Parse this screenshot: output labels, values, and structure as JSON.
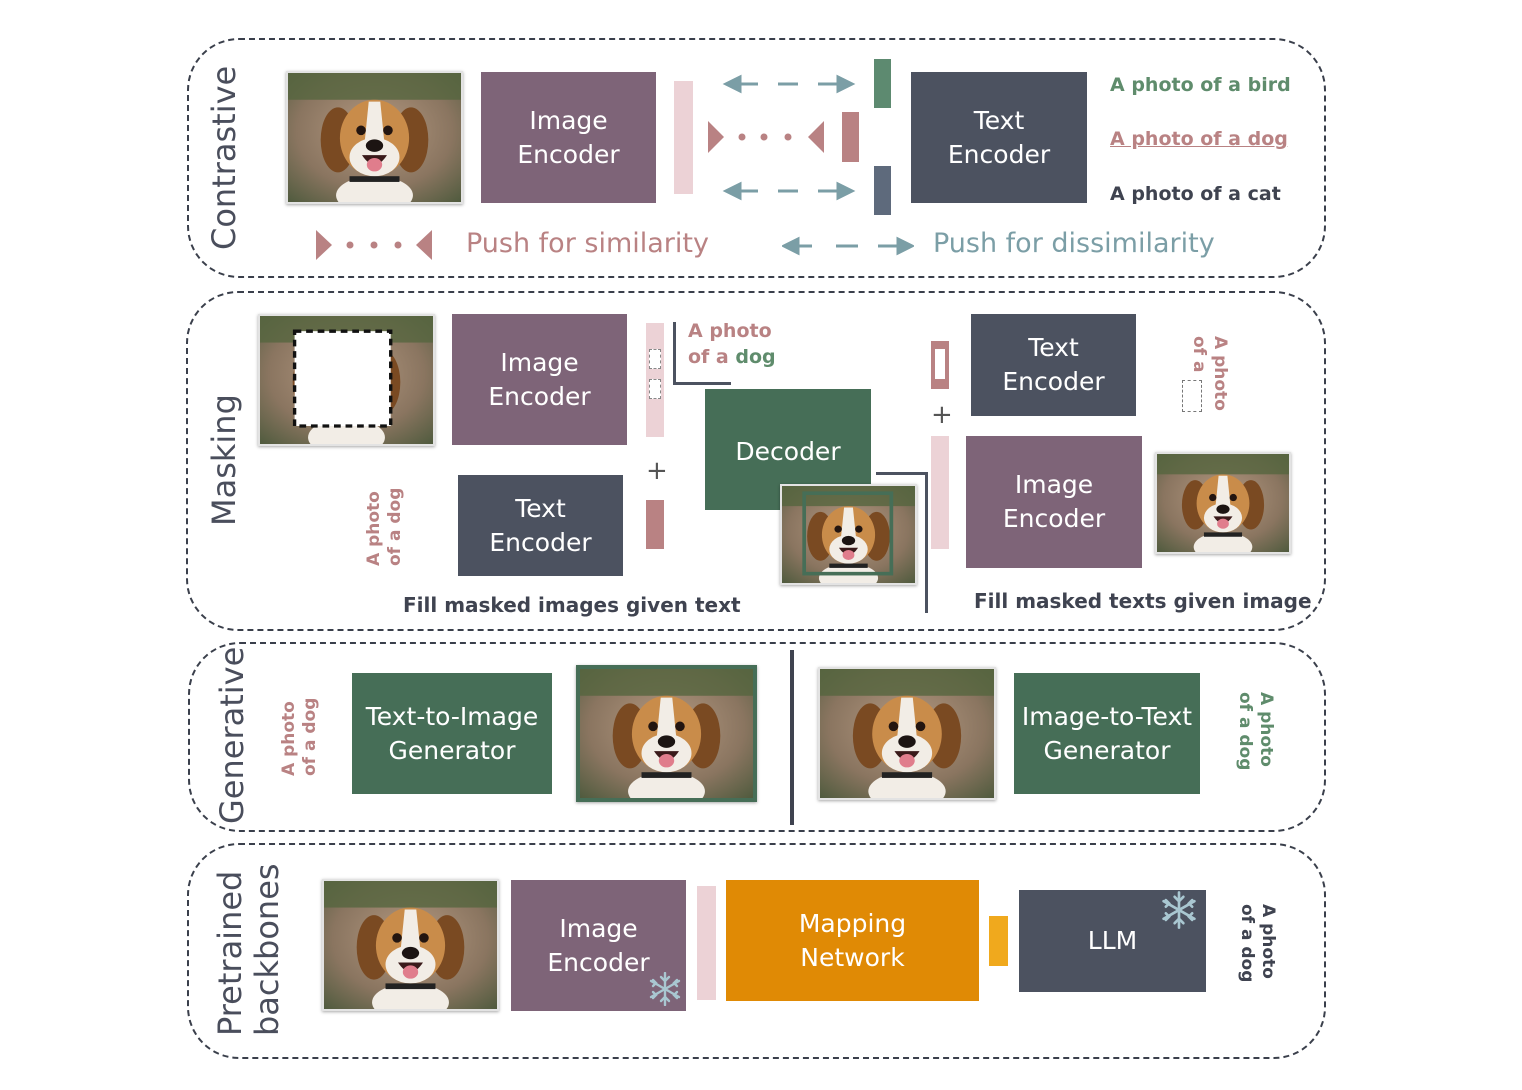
{
  "panels": {
    "contrastive": {
      "title": "Contrastive",
      "image_encoder": "Image\nEncoder",
      "text_encoder": "Text\nEncoder",
      "captions": [
        "A photo of a bird",
        "A photo of a dog",
        "A photo of a cat"
      ],
      "legend_similarity": "Push for similarity",
      "legend_dissimilarity": "Push for dissimilarity"
    },
    "masking": {
      "title": "Masking",
      "image_encoder_left": "Image\nEncoder",
      "text_encoder_left": "Text\nEncoder",
      "decoder": "Decoder",
      "text_encoder_right": "Text\nEncoder",
      "image_encoder_right": "Image\nEncoder",
      "vertical_text_left": "A photo\nof a dog",
      "caption_top_line1": "A photo",
      "caption_top_line2_prefix": "of a ",
      "caption_top_line2_word": "dog",
      "masked_text_vertical": "A photo\nof a",
      "plus": "+",
      "fill_images_caption": "Fill masked images given text",
      "fill_texts_caption": "Fill masked texts given image"
    },
    "generative": {
      "title": "Generative",
      "vertical_text_left": "A photo\nof a dog",
      "t2i": "Text-to-Image\nGenerator",
      "i2t": "Image-to-Text\nGenerator",
      "vertical_text_right": "A photo\nof a dog"
    },
    "pretrained": {
      "title_line1": "Pretrained",
      "title_line2": "backbones",
      "image_encoder": "Image\nEncoder",
      "mapping": "Mapping\nNetwork",
      "llm": "LLM",
      "vertical_text_right": "A photo\nof a dog"
    }
  },
  "colors": {
    "image_encoder": "#7e6478",
    "text_encoder": "#4c5260",
    "generator": "#466e57",
    "mapping": "#e08a05",
    "similarity": "#b98283",
    "dissimilarity": "#7b9ea6"
  },
  "icons": [
    "dog-photo",
    "snowflake-icon",
    "mask-box"
  ]
}
